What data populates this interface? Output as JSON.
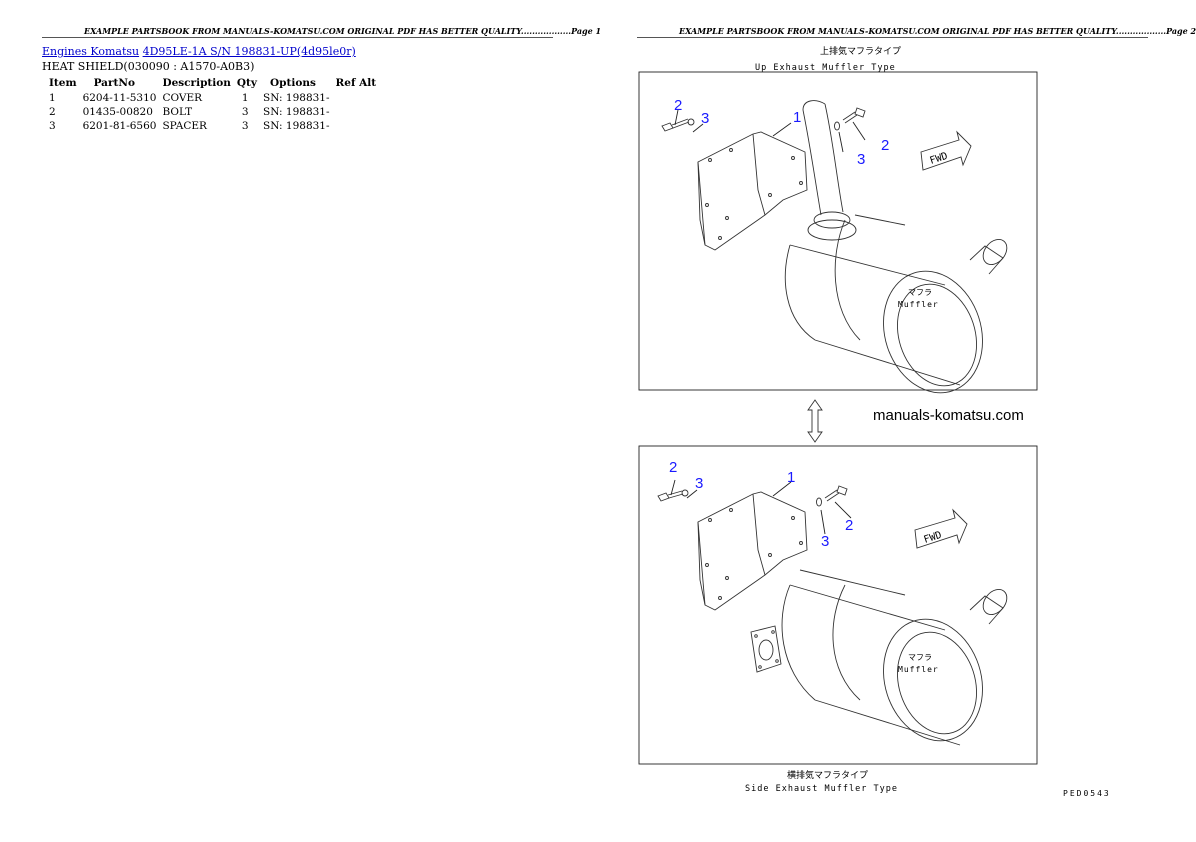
{
  "page1": {
    "header": "EXAMPLE PARTSBOOK FROM MANUALS-KOMATSU.COM ORIGINAL PDF HAS BETTER QUALITY..................Page 1",
    "breadcrumb": {
      "link1": "Engines Komatsu",
      "link2": "4D95LE-1A S/N 198831-UP(4d95le0r)"
    },
    "subtitle": "HEAT SHIELD(030090 : A1570-A0B3)",
    "table": {
      "headers": [
        "Item",
        "PartNo",
        "Description",
        "Qty",
        "Options",
        "Ref Alt"
      ],
      "rows": [
        [
          "1",
          "6204-11-5310",
          "COVER",
          "1",
          "SN: 198831-",
          ""
        ],
        [
          "2",
          "01435-00820",
          "BOLT",
          "3",
          "SN: 198831-",
          ""
        ],
        [
          "3",
          "6201-81-6560",
          "SPACER",
          "3",
          "SN: 198831-",
          ""
        ]
      ]
    }
  },
  "page2": {
    "header": "EXAMPLE PARTSBOOK FROM MANUALS-KOMATSU.COM ORIGINAL PDF HAS BETTER QUALITY..................Page 2",
    "diagram": {
      "top_title_jp": "上排気マフラタイプ",
      "top_title_en": "Up Exhaust Muffler Type",
      "bottom_title_jp": "横排気マフラタイプ",
      "bottom_title_en": "Side Exhaust Muffler Type",
      "muffler_jp": "マフラ",
      "muffler_en": "Muffler",
      "fwd": "FWD",
      "callouts": [
        "1",
        "2",
        "3",
        "2",
        "3"
      ],
      "watermark": "manuals-komatsu.com",
      "code": "PED0543",
      "colors": {
        "callout": "#1a1aff",
        "line": "#333333"
      }
    }
  }
}
